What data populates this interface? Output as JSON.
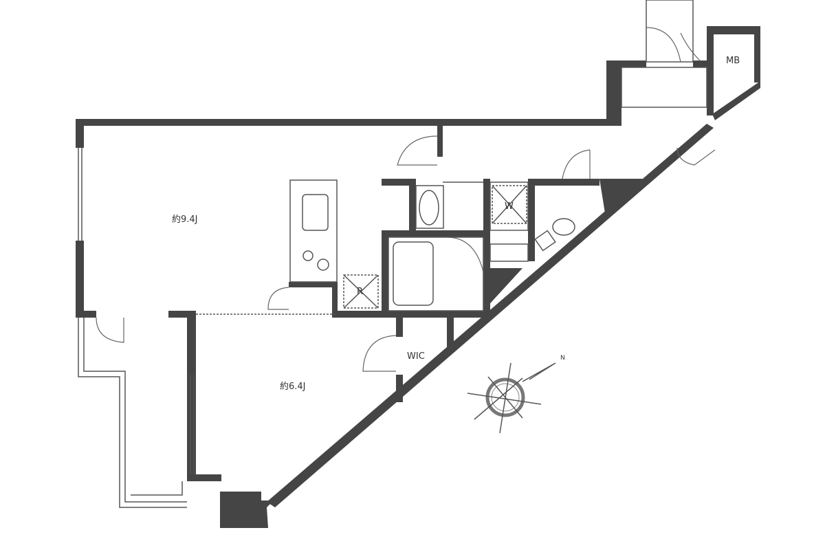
{
  "rooms": {
    "living": "約9.4J",
    "bedroom": "約6.4J",
    "wic": "WIC",
    "mb": "MB",
    "washer": "W",
    "fridge": "R"
  },
  "compass": {
    "north": "N"
  },
  "colors": {
    "wall": "#454545",
    "line": "#555555"
  }
}
